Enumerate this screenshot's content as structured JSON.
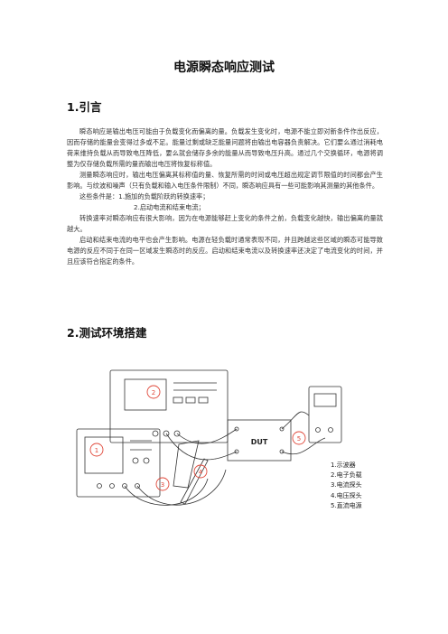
{
  "document": {
    "title": "电源瞬态响应测试",
    "sections": [
      {
        "heading": "1.引言",
        "paragraphs": [
          "瞬态响应是输出电压可能由于负载变化而偏离的量。负载发生变化时，电源不能立即对新条件作出反应，因而存储的能量会变得过多或不足。能量过剩或缺乏能量问题将由输出电容器负责解决。它们要么通过消耗电荷来维持负载从而导致电压降低，要么就会储存多余的能量从而导致电压升高。通过几个交换循环，电源将调整为仅存储负载所需的量而输出电压将恢复标称值。",
          "测量瞬态响应时，输出电压偏离其标称值的量、恢复所需的时间或电压超出规定调节限值的时间都会产生影响。与纹波和噪声（只有负载和输入电压条件限制）不同，瞬态响应具有一些可能影响其测量的其他条件。",
          "这些条件是：1.施加的负载阶跃的转换速率；",
          "2.启动电流和结束电流；",
          "转换速率对瞬态响应有很大影响，因为在电源能够赶上变化的条件之前，负载变化越快，输出偏离的量就越大。",
          "启动和结束电流的电平也会产生影响。电源在轻负载时通常表现不同，并且跨越这些区域的瞬态可能导致电源的反应不同于在同一区域发生瞬态时的反应。启动和结束电流以及转换速率还决定了电流变化的时间，并且应该符合指定的条件。"
        ]
      },
      {
        "heading": "2.测试环境搭建"
      }
    ]
  },
  "diagram": {
    "dut_label": "DUT",
    "markers": [
      "1",
      "2",
      "3",
      "4",
      "5"
    ],
    "legend": [
      "1.示波器",
      "2.电子负载",
      "3.电流探头",
      "4.电压探头",
      "5.直流电源"
    ],
    "colors": {
      "marker": "#e0483a",
      "line": "#333333"
    }
  }
}
